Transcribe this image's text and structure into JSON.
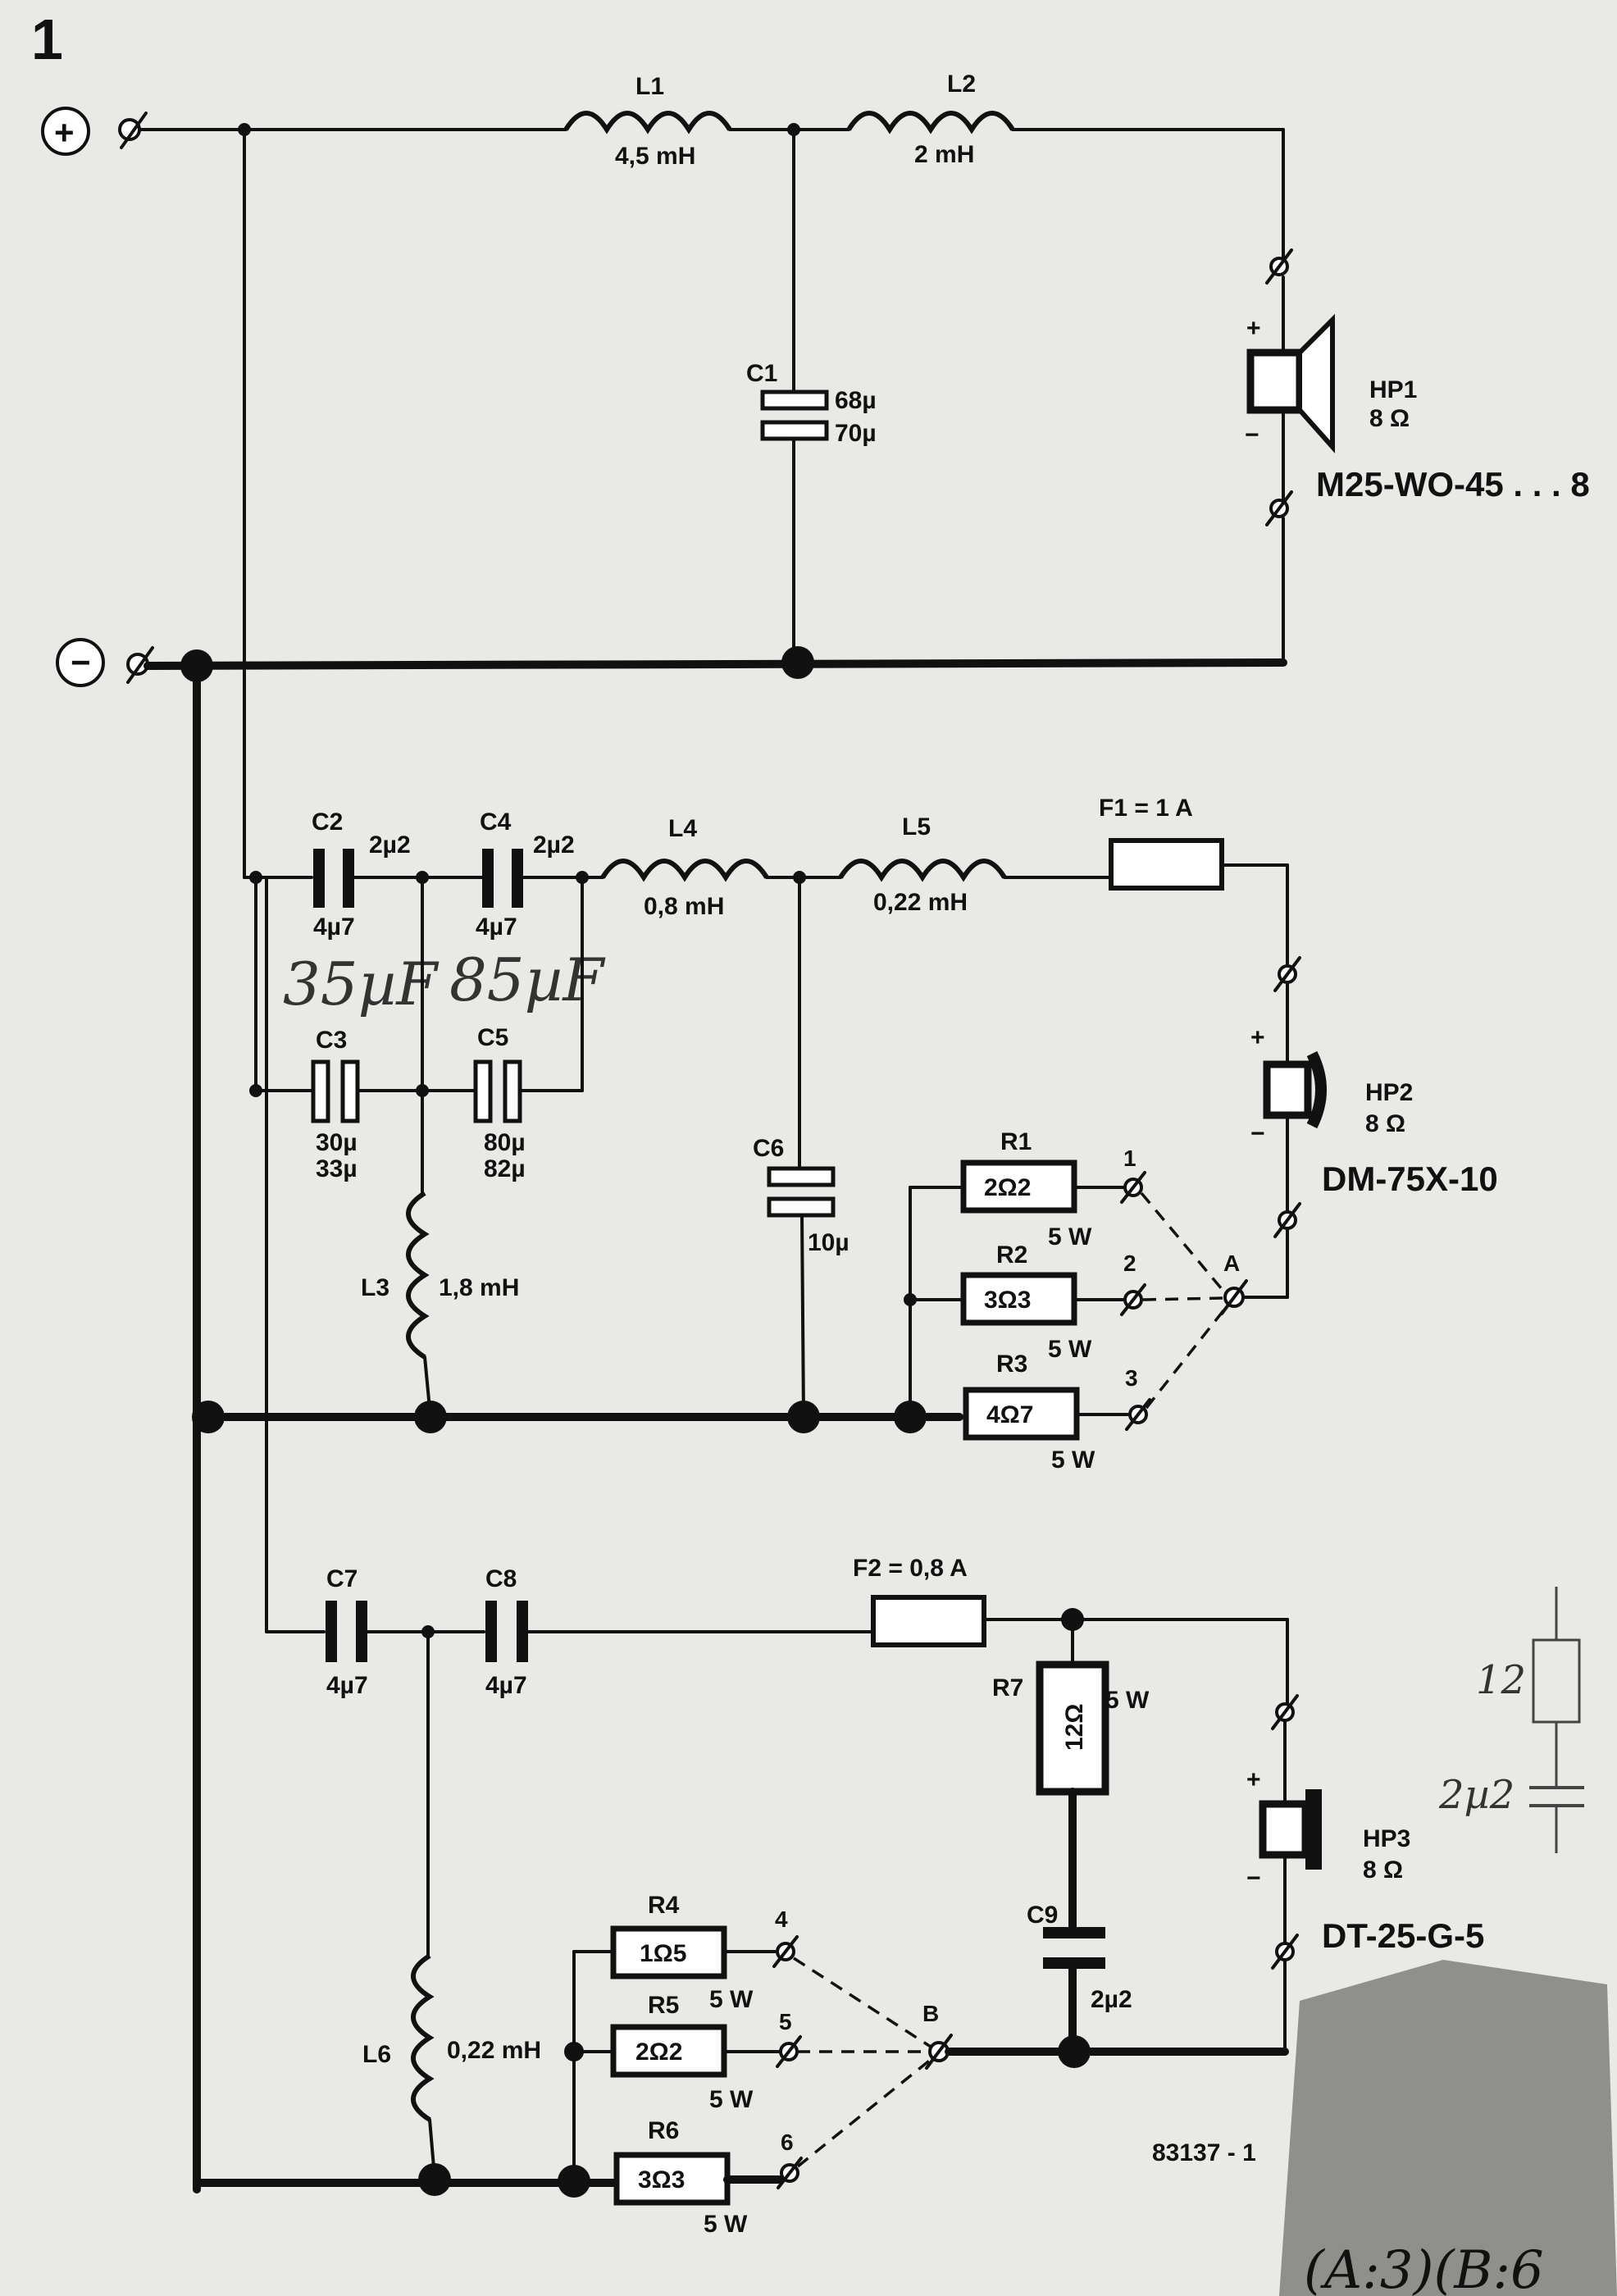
{
  "figure_number": "1",
  "terminals": {
    "plus": "+",
    "minus": "−"
  },
  "components": {
    "L1": {
      "name": "L1",
      "value": "4,5 mH"
    },
    "L2": {
      "name": "L2",
      "value": "2 mH"
    },
    "C1": {
      "name": "C1",
      "value_a": "68µ",
      "value_b": "70µ"
    },
    "HP1": {
      "name": "HP1",
      "impedance": "8 Ω",
      "model": "M25-WO-45 . . . 8"
    },
    "C2": {
      "name": "C2",
      "value_a": "2µ2",
      "value_b": "4µ7"
    },
    "C4": {
      "name": "C4",
      "value_a": "2µ2",
      "value_b": "4µ7"
    },
    "C3": {
      "name": "C3",
      "value_a": "30µ",
      "value_b": "33µ"
    },
    "C5": {
      "name": "C5",
      "value_a": "80µ",
      "value_b": "82µ"
    },
    "L3": {
      "name": "L3",
      "value": "1,8 mH"
    },
    "L4": {
      "name": "L4",
      "value": "0,8 mH"
    },
    "L5": {
      "name": "L5",
      "value": "0,22 mH"
    },
    "F1": {
      "name": "F1 = 1 A"
    },
    "C6": {
      "name": "C6",
      "value": "10µ"
    },
    "R1": {
      "name": "R1",
      "value": "2Ω2",
      "power": "5 W"
    },
    "R2": {
      "name": "R2",
      "value": "3Ω3",
      "power": "5 W"
    },
    "R3": {
      "name": "R3",
      "value": "4Ω7",
      "power": "5 W"
    },
    "HP2": {
      "name": "HP2",
      "impedance": "8 Ω",
      "model": "DM-75X-10"
    },
    "C7": {
      "name": "C7",
      "value": "4µ7"
    },
    "C8": {
      "name": "C8",
      "value": "4µ7"
    },
    "F2": {
      "name": "F2 = 0,8 A"
    },
    "R7": {
      "name": "R7",
      "value": "12Ω",
      "power": "5 W"
    },
    "C9": {
      "name": "C9",
      "value": "2µ2"
    },
    "HP3": {
      "name": "HP3",
      "impedance": "8 Ω",
      "model": "DT-25-G-5"
    },
    "R4": {
      "name": "R4",
      "value": "1Ω5",
      "power": "5 W"
    },
    "R5": {
      "name": "R5",
      "value": "2Ω2",
      "power": "5 W"
    },
    "R6": {
      "name": "R6",
      "value": "3Ω3",
      "power": "5 W"
    },
    "L6": {
      "name": "L6",
      "value": "0,22 mH"
    }
  },
  "tap_labels": {
    "t1": "1",
    "t2": "2",
    "t3": "3",
    "t4": "4",
    "t5": "5",
    "t6": "6",
    "A": "A",
    "B": "B"
  },
  "handwritten": {
    "c2_note": "35µF",
    "c4_note": "85µF",
    "side_r": "12",
    "side_c": "2µ2",
    "corner": "(A:3)(B:6"
  },
  "figure_code": "83137 - 1"
}
